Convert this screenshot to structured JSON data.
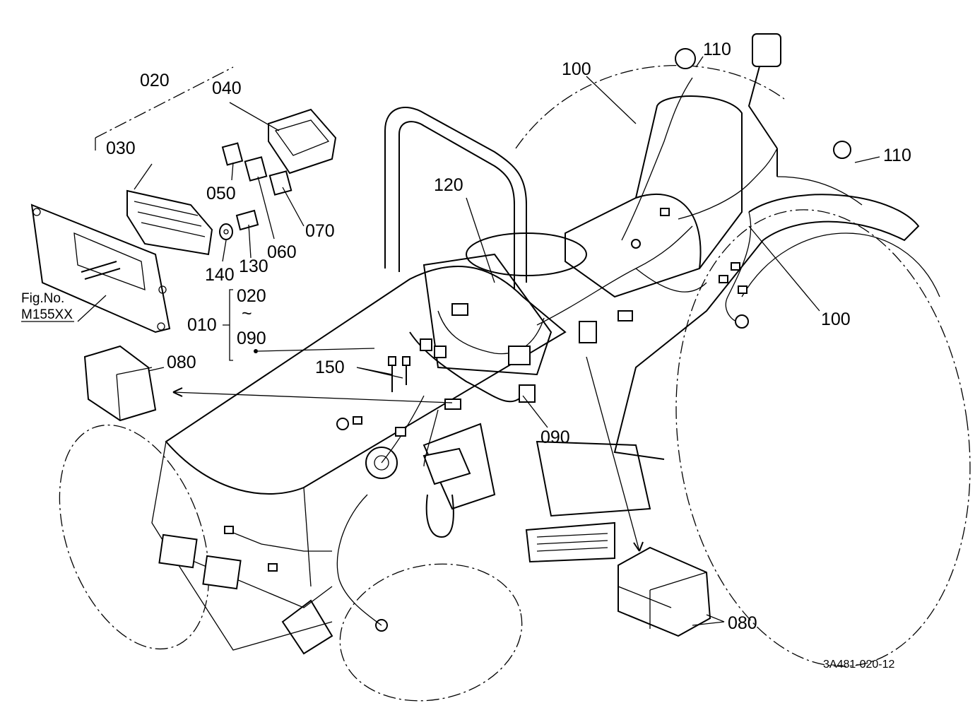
{
  "labels": {
    "p010": "010",
    "p020": "020",
    "p020_range": "020",
    "tilde": "~",
    "p090_range": "090",
    "p030": "030",
    "p040": "040",
    "p050": "050",
    "p060": "060",
    "p070": "070",
    "p080_left": "080",
    "p080_right": "080",
    "p090": "090",
    "p100_top": "100",
    "p100_right": "100",
    "p110_top": "110",
    "p110_right": "110",
    "p120": "120",
    "p130": "130",
    "p140": "140",
    "p150": "150"
  },
  "fig_ref": {
    "line1": "Fig.No.",
    "line2": "M155XX"
  },
  "drawing_code": "3A481-020-12",
  "colors": {
    "ink": "#000000",
    "paper": "#ffffff"
  }
}
